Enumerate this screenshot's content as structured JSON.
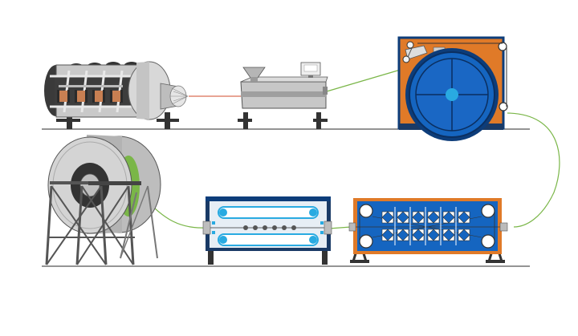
{
  "diagram": {
    "kind": "cable-production-line",
    "stations": [
      {
        "id": "strander",
        "icon": "stranding-machine-icon"
      },
      {
        "id": "extruder",
        "icon": "extruder-icon"
      },
      {
        "id": "capstan",
        "icon": "capstan-wheel-icon"
      },
      {
        "id": "armoring",
        "icon": "armoring-tank-icon"
      },
      {
        "id": "cooling",
        "icon": "cooling-trough-icon"
      },
      {
        "id": "takeup",
        "icon": "take-up-reel-icon"
      }
    ],
    "colors": {
      "steel": "#c9c9c9",
      "steel_dark": "#8f8f8f",
      "dark": "#333333",
      "orange": "#e07a28",
      "blue": "#1565c0",
      "blue_dark": "#0d3d7a",
      "water": "#29aae1",
      "copper": "#c87f52",
      "cable": "#7ab648",
      "copper_wire": "#d24b2a"
    }
  }
}
